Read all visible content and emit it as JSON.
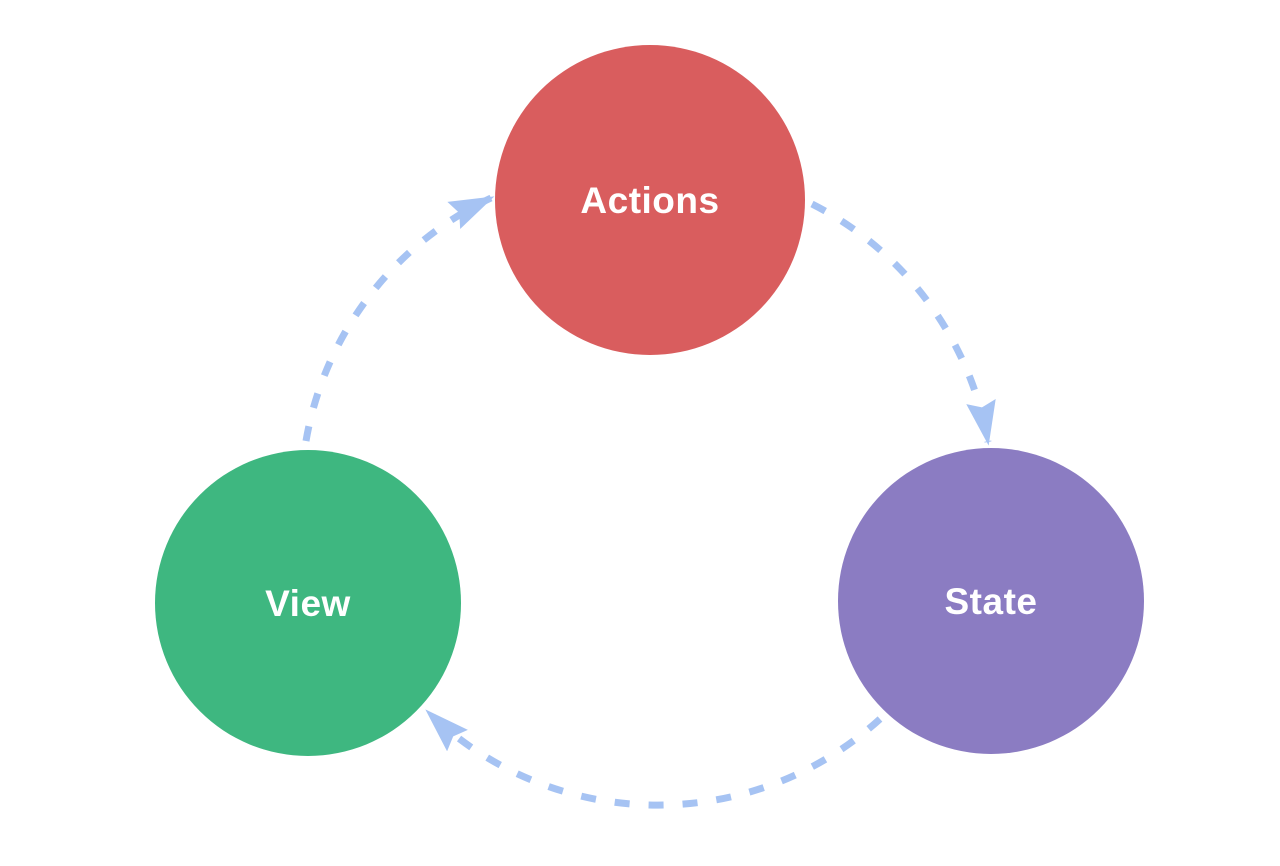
{
  "diagram": {
    "background": "#ffffff",
    "arrow_color": "#a6c3f3",
    "label_color": "#ffffff",
    "nodes": [
      {
        "id": "actions",
        "label": "Actions",
        "color": "#d95d5e"
      },
      {
        "id": "state",
        "label": "State",
        "color": "#8b7cc2"
      },
      {
        "id": "view",
        "label": "View",
        "color": "#3eb780"
      }
    ],
    "edges": [
      {
        "from": "actions",
        "to": "state",
        "style": "dashed-arrow"
      },
      {
        "from": "state",
        "to": "view",
        "style": "dashed-arrow"
      },
      {
        "from": "view",
        "to": "actions",
        "style": "dashed-arrow"
      }
    ]
  }
}
